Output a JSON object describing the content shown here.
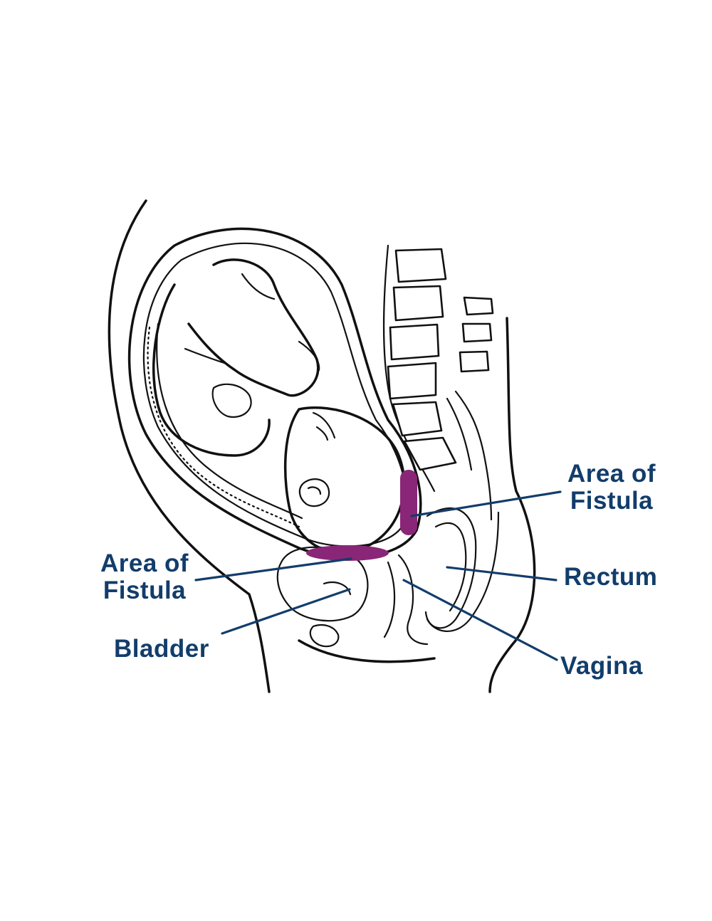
{
  "colors": {
    "label_text": "#123d6b",
    "leader_line": "#123d6b",
    "fistula_highlight": "#8a2677",
    "outline": "#111111"
  },
  "labels": {
    "fistula_upper": {
      "line1": "Area of",
      "line2": "Fistula"
    },
    "fistula_lower": {
      "line1": "Area of",
      "line2": "Fistula"
    },
    "rectum": "Rectum",
    "bladder": "Bladder",
    "vagina": "Vagina"
  }
}
